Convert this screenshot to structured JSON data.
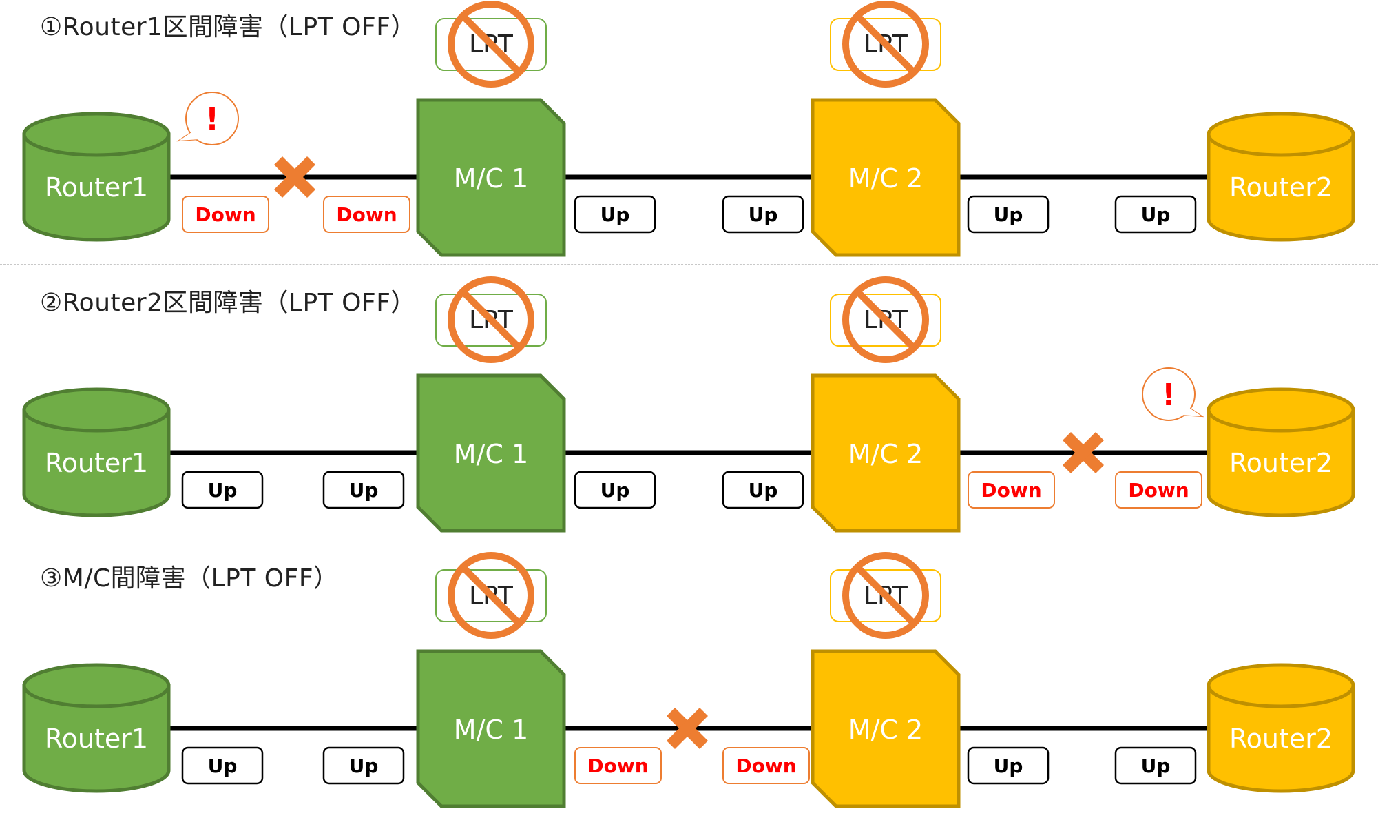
{
  "sections": [
    {
      "title": "①Router1区間障害（LPT OFF）",
      "router1": "Router1",
      "mc1": "M/C 1",
      "mc2": "M/C 2",
      "router2": "Router2",
      "lpt1": "LPT",
      "lpt2": "LPT",
      "failed_link": "router1-mc1",
      "alert_on": "router1",
      "alert_symbol": "!",
      "status": [
        "Down",
        "Down",
        "Up",
        "Up",
        "Up",
        "Up"
      ]
    },
    {
      "title": "②Router2区間障害（LPT OFF）",
      "router1": "Router1",
      "mc1": "M/C 1",
      "mc2": "M/C 2",
      "router2": "Router2",
      "lpt1": "LPT",
      "lpt2": "LPT",
      "failed_link": "mc2-router2",
      "alert_on": "router2",
      "alert_symbol": "!",
      "status": [
        "Up",
        "Up",
        "Up",
        "Up",
        "Down",
        "Down"
      ]
    },
    {
      "title": "③M/C間障害（LPT OFF）",
      "router1": "Router1",
      "mc1": "M/C 1",
      "mc2": "M/C 2",
      "router2": "Router2",
      "lpt1": "LPT",
      "lpt2": "LPT",
      "failed_link": "mc1-mc2",
      "alert_on": "none",
      "alert_symbol": "",
      "status": [
        "Up",
        "Up",
        "Down",
        "Down",
        "Up",
        "Up"
      ]
    }
  ],
  "colors": {
    "green_fill": "#70AD47",
    "green_stroke": "#507E32",
    "yellow_fill": "#FFC000",
    "yellow_stroke": "#BF9000",
    "prohibit": "#ED7D31",
    "down_text": "#FF0000",
    "down_border": "#ED7D31",
    "up_border": "#000000",
    "alert_mark": "#FF0000"
  }
}
